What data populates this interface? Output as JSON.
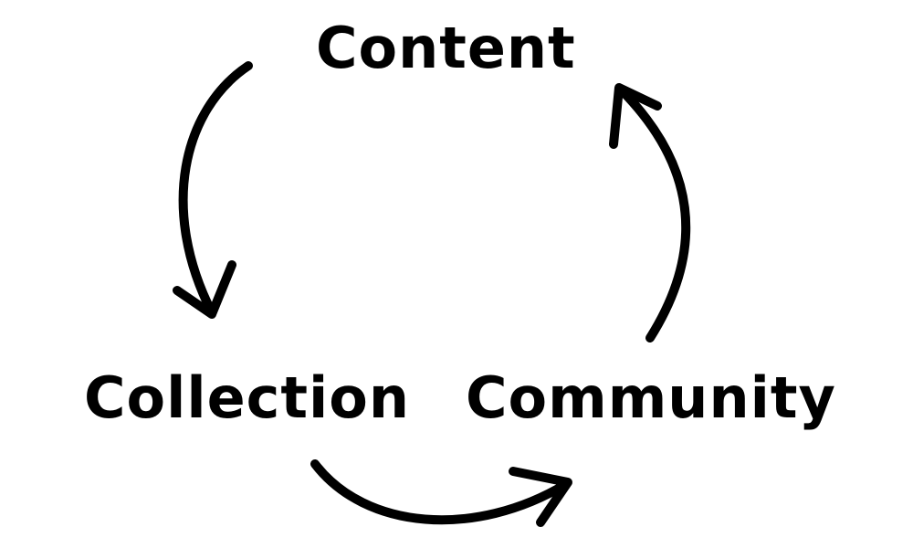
{
  "diagram": {
    "nodes": {
      "content": "Content",
      "collection": "Collection",
      "community": "Community"
    },
    "edges": [
      {
        "from": "content",
        "to": "collection"
      },
      {
        "from": "collection",
        "to": "community"
      },
      {
        "from": "community",
        "to": "content"
      }
    ],
    "colors": {
      "ink": "#000000",
      "background": "#ffffff"
    }
  }
}
